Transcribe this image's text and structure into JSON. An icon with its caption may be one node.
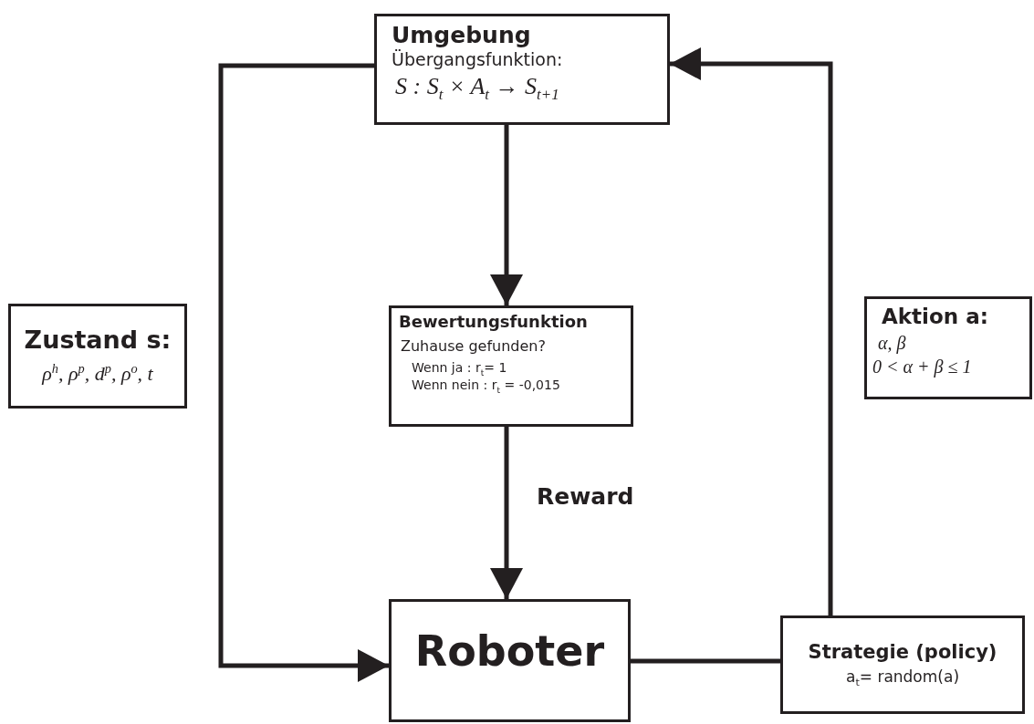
{
  "diagram": {
    "nodes": [
      {
        "text": [
          "Umgebung",
          "Übergangsfunktion:",
          "S : S$_{t}$ × A$_{t}$ → S$_{t+1}$"
        ]
      },
      {
        "text": [
          "Zustand s:",
          "ρ$^{h}$, ρ$^{p}$, d$^{p}$, ρ$^{o}$, t"
        ]
      },
      {
        "text": [
          "Bewertungsfunktion",
          "Zuhause gefunden?",
          "Wenn ja : r$_{t}$= 1",
          "Wenn nein : r$_{t}$ = -0,015"
        ]
      },
      {
        "text": [
          "Aktion a:",
          "α, β",
          "0 < α + β ≤ 1"
        ]
      },
      {
        "text": [
          "Roboter"
        ]
      },
      {
        "text": [
          "Strategie (policy)",
          "a$_{t}$= random(a)"
        ]
      }
    ],
    "edges": [
      {
        "from": 0,
        "to": 4,
        "arrow": "to"
      },
      {
        "from": 0,
        "to": 2,
        "arrow": "to"
      },
      {
        "from": 2,
        "to": 4,
        "arrow": "to",
        "label": "Reward"
      },
      {
        "from": 4,
        "to": 5,
        "arrow": "none"
      },
      {
        "from": 5,
        "to": 0,
        "arrow": "to"
      }
    ]
  }
}
